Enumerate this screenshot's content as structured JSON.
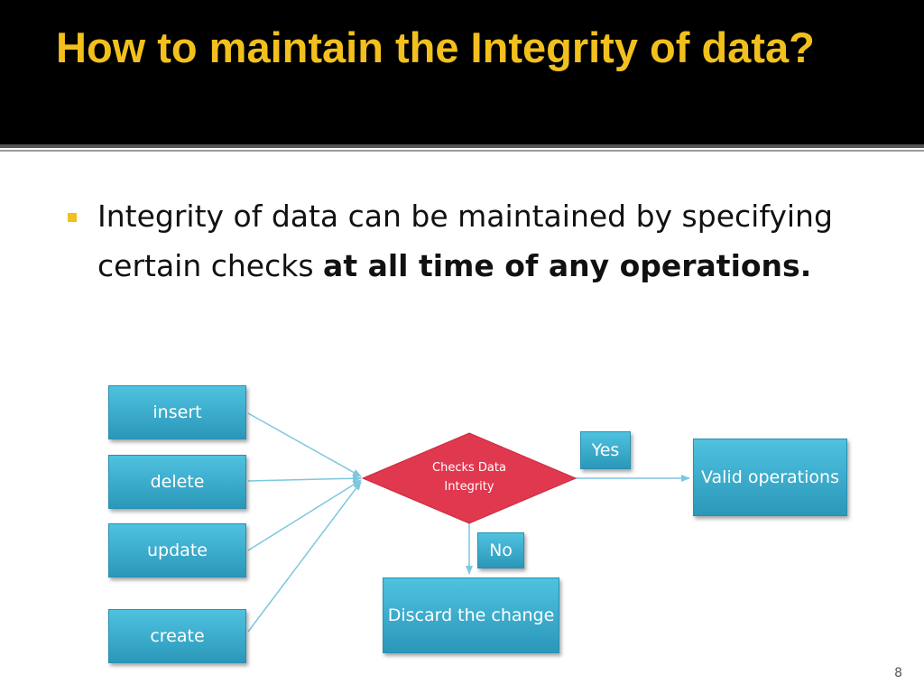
{
  "slide": {
    "title": "How to maintain the Integrity of data?",
    "bullet": {
      "text_plain": "Integrity of data can be maintained by specifying certain checks ",
      "text_bold": "at all time of any operations."
    },
    "page_number": "8"
  },
  "diagram": {
    "operations": [
      "insert",
      "delete",
      "update",
      "create"
    ],
    "decision": "Checks Data Integrity",
    "yes_label": "Yes",
    "no_label": "No",
    "valid_result": "Valid operations",
    "discard_result": "Discard the change"
  },
  "colors": {
    "title_bar": "#000000",
    "title_text": "#f2c01d",
    "bullet": "#f2c01d",
    "box_fill": "#3aaed0",
    "decision_fill": "#e0384f",
    "connector": "#7cc7e0"
  }
}
